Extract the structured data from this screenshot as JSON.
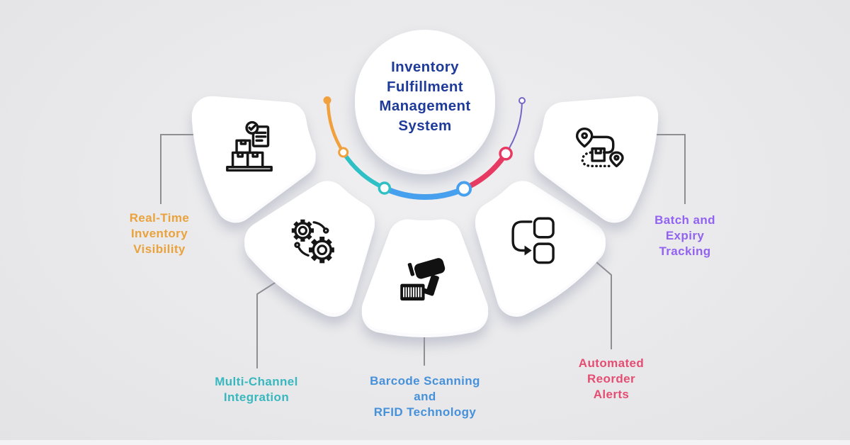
{
  "center": {
    "title": "Inventory\nFulfillment\nManagement\nSystem",
    "title_color": "#1f3b99"
  },
  "arc": {
    "colors": {
      "orange": "#f0a13e",
      "teal": "#2fc0c6",
      "blue": "#47a0ee",
      "pink": "#e73a62",
      "purple": "#7566c5"
    }
  },
  "items": [
    {
      "id": "real-time-inventory-visibility",
      "label": "Real-Time\nInventory\nVisibility",
      "color": "#e9a23c",
      "icon": "inventory-boxes-check-icon"
    },
    {
      "id": "multi-channel-integration",
      "label": "Multi-Channel\nIntegration",
      "color": "#38b8be",
      "icon": "gears-sync-icon"
    },
    {
      "id": "barcode-rfid",
      "label": "Barcode Scanning\nand\nRFID Technology",
      "color": "#4691d9",
      "icon": "barcode-scanner-icon"
    },
    {
      "id": "automated-reorder-alerts",
      "label": "Automated\nReorder\nAlerts",
      "color": "#e44d72",
      "icon": "reorder-flow-icon"
    },
    {
      "id": "batch-expiry-tracking",
      "label": "Batch and\nExpiry\nTracking",
      "color": "#9163f0",
      "icon": "route-tracking-icon"
    }
  ]
}
